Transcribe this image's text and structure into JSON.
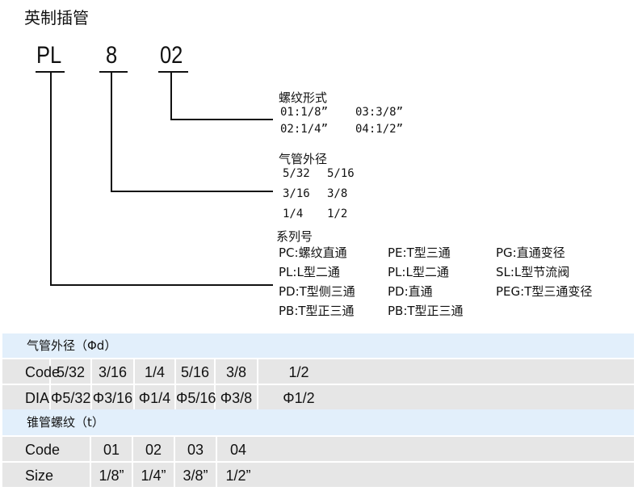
{
  "title": "英制插管",
  "code_parts": [
    "PL",
    "8",
    "02"
  ],
  "thread": {
    "label": "螺纹形式",
    "items": [
      "01:1/8”",
      "03:3/8”",
      "02:1/4”",
      "04:1/2”"
    ]
  },
  "tube_od": {
    "label": "气管外径",
    "items": [
      "5/32",
      "5/16",
      "3/16",
      "3/8",
      "1/4",
      "1/2"
    ]
  },
  "series": {
    "label": "系列号",
    "rows": [
      [
        "PC:螺纹直通",
        "PE:T型三通",
        "PG:直通变径"
      ],
      [
        "PL:L型二通",
        "PL:L型二通",
        "SL:L型节流阀"
      ],
      [
        "PD:T型侧三通",
        "PD:直通",
        "PEG:T型三通变径"
      ],
      [
        "PB:T型正三通",
        "PB:T型正三通",
        ""
      ]
    ]
  },
  "table1": {
    "header": "气管外径（Φd）",
    "rows": [
      [
        "Code",
        "5/32",
        "3/16",
        "1/4",
        "5/16",
        "3/8",
        "1/2"
      ],
      [
        "DIA",
        "Φ5/32",
        "Φ3/16",
        "Φ1/4",
        "Φ5/16",
        "Φ3/8",
        "Φ1/2"
      ]
    ]
  },
  "table2": {
    "header": "锥管螺纹（t）",
    "rows": [
      [
        "Code",
        "01",
        "02",
        "03",
        "04"
      ],
      [
        "Size",
        "1/8”",
        "1/4”",
        "3/8”",
        "1/2”"
      ]
    ]
  }
}
